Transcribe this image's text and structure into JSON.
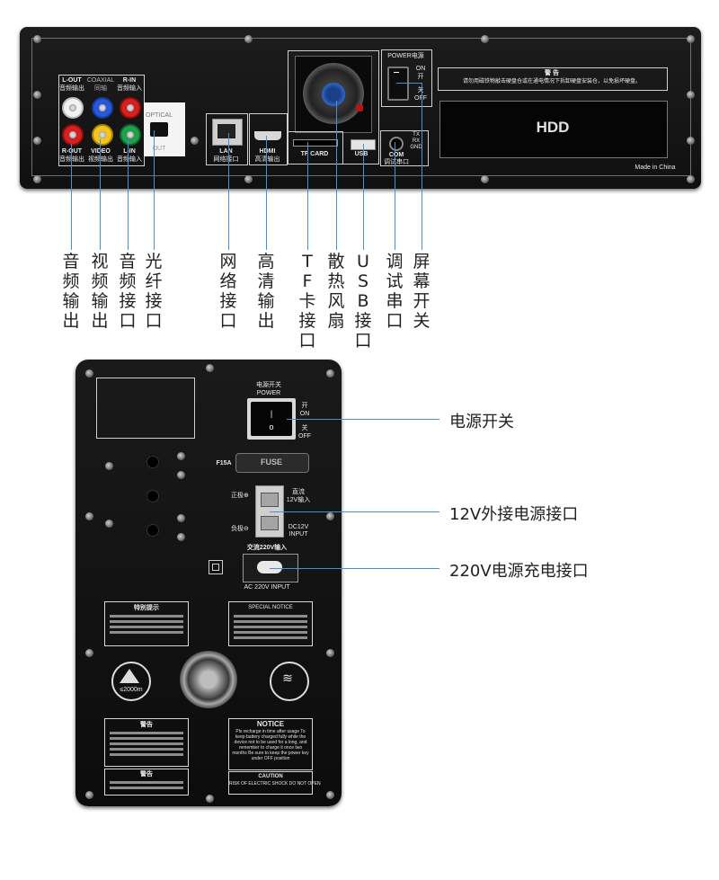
{
  "top_panel": {
    "group_lout": "L-OUT",
    "group_lout_cn": "音频输出",
    "group_coaxial": "COAXIAL",
    "group_coaxial_cn": "同轴",
    "group_rin": "R-IN",
    "group_rin_cn": "音频输入",
    "group_rout": "R-OUT",
    "group_rout_cn": "音频输出",
    "group_video": "VIDEO",
    "group_video_cn": "视频输出",
    "group_lin": "L-IN",
    "group_lin_cn": "音频输入",
    "optical": "OPTICAL",
    "optical_out": "OUT",
    "lan": "LAN",
    "lan_cn": "网络接口",
    "hdmi": "HDMI",
    "hdmi_cn": "高清输出",
    "tf_card": "TF CARD",
    "usb": "USB",
    "com": "COM",
    "com_cn": "调试串口",
    "tx": "TX",
    "rx": "RX",
    "gnd": "GND",
    "power": "POWER电源",
    "on": "ON",
    "on_cn": "开",
    "off_cn": "关",
    "off": "OFF",
    "warning_title": "警 告",
    "warning_text": "请勿用磁铁物敲击硬盘仓或在通电情况下拆卸硬盘安装仓，以免损坏硬盘。",
    "hdd": "HDD",
    "made_in": "Made in China"
  },
  "top_callouts": [
    "音频输出",
    "视频输出",
    "音频接口",
    "光纤接口",
    "网络接口",
    "高清输出",
    "TF卡接口",
    "散热风扇",
    "USB接口",
    "调试串口",
    "屏幕开关"
  ],
  "bottom_panel": {
    "power_switch_cn": "电源开关",
    "power_switch": "POWER",
    "on_cn": "开",
    "on": "ON",
    "off_cn": "关",
    "off": "OFF",
    "fuse_rating": "F15A",
    "fuse": "FUSE",
    "positive": "正极⊕",
    "negative": "负极⊖",
    "dc_cn": "直流",
    "dc_cn2": "12V输入",
    "dc": "DC12V",
    "dc_input": "INPUT",
    "ac_cn": "交流220V输入",
    "ac_input": "AC 220V INPUT",
    "special_tips_title": "特别提示",
    "special_notice_title": "SPECIAL NOTICE",
    "altitude": "≤2000m",
    "warning_title": "警告",
    "notice_title": "NOTICE",
    "notice_text": "Pls recharge in time after usage To keep battery charged fully while the device not to be used for a long, and remember to charge it once two months  Be sure to keep the power key under OFF position",
    "caution": "CAUTION",
    "caution_text": "RISK OF ELECTRIC SHOCK DO NOT OPEN",
    "warning2_title": "警告"
  },
  "bottom_callouts": [
    "电源开关",
    "12V外接电源接口",
    "220V电源充电接口"
  ],
  "colors": {
    "callout_line": "#4a90d0",
    "panel": "#111111"
  }
}
